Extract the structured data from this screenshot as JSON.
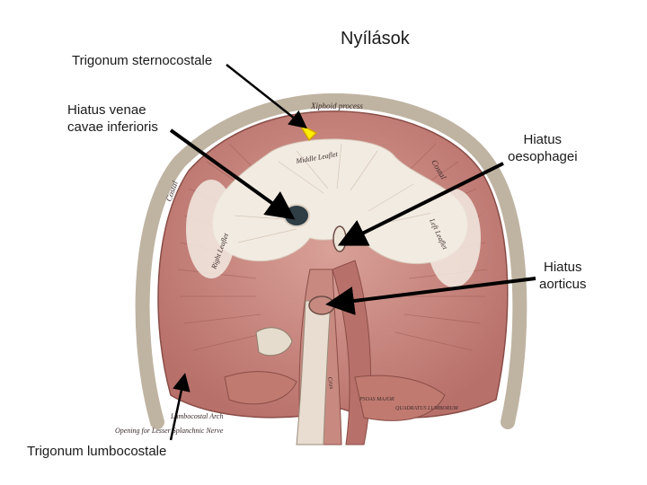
{
  "title": "Nyílások",
  "labels": {
    "sternocostale": "Trigonum sternocostale",
    "venae_cavae": "Hiatus venae\ncavae inferioris",
    "oesophagei": "Hiatus\noesophagei",
    "aorticus": "Hiatus\naorticus",
    "lumbocostale": "Trigonum lumbocostale"
  },
  "figure_labels": {
    "xiphoid": "Xiphoid process",
    "middle_leaflet": "Middle Leaflet",
    "costal_left": "Costal",
    "costal_right": "Costal",
    "right_leaflet": "Right Leaflet",
    "left_leaflet": "Left Leaflet",
    "lumbocostal_arch": "Lumbocostal Arch",
    "lesser_splanchnic": "Opening for Lesser Splanchnic Nerve",
    "psoas_major": "PSOAS MAJOR",
    "quadratus_lumborum": "QUADRATUS LUMBORUM",
    "crus": "Crus"
  },
  "colors": {
    "muscle": "#c98a80",
    "muscle_dark": "#a85f58",
    "tendon": "#f2ebe2",
    "highlight": "#ffee00",
    "arrow": "#000000"
  }
}
